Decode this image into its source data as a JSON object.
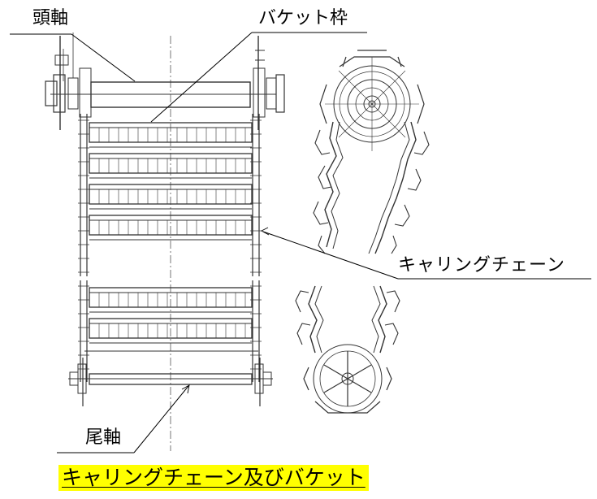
{
  "labels": {
    "head_shaft": "頭軸",
    "bucket_frame": "バケット枠",
    "carrying_chain": "キャリングチェーン",
    "tail_shaft": "尾軸"
  },
  "caption": "キャリングチェーン及びバケット",
  "colors": {
    "line": "#333333",
    "caption_highlight": "#ffff00"
  }
}
